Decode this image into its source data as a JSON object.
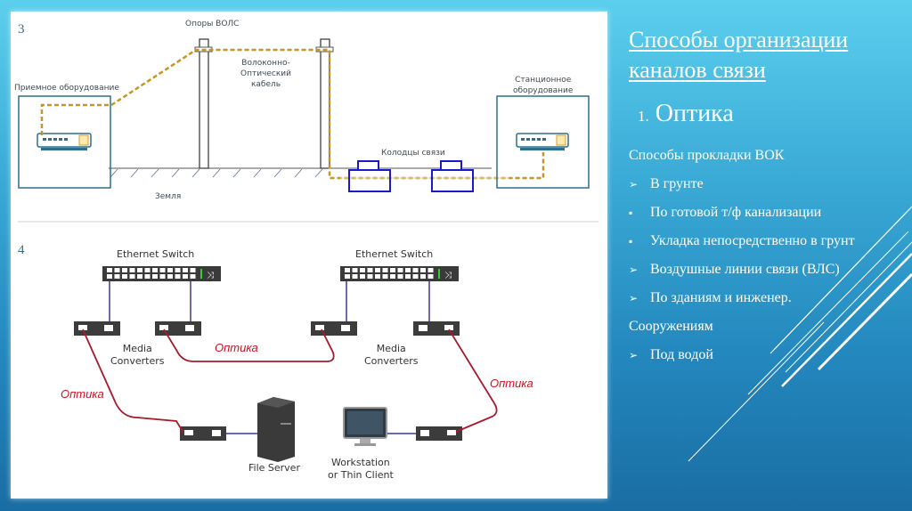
{
  "slide": {
    "title_line1": "Способы организации",
    "title_line2": "каналов связи",
    "subtitle_number": "1.",
    "subtitle": "Оптика",
    "list": [
      {
        "bullet": "none",
        "bullet_glyph": "",
        "text": "Способы прокладки ВОК"
      },
      {
        "bullet": "arrow",
        "bullet_glyph": "➢",
        "text": "В грунте"
      },
      {
        "bullet": "square",
        "bullet_glyph": "▪",
        "text": "По готовой т/ф канализации"
      },
      {
        "bullet": "square",
        "bullet_glyph": "▪",
        "text": "Укладка непосредственно в грунт"
      },
      {
        "bullet": "arrow",
        "bullet_glyph": "➢",
        "text": "Воздушные линии связи (ВЛС)"
      },
      {
        "bullet": "arrow",
        "bullet_glyph": "➢",
        "text": "По зданиям и инженер."
      },
      {
        "bullet": "none",
        "bullet_glyph": "",
        "text": "Сооружениям"
      },
      {
        "bullet": "arrow",
        "bullet_glyph": "➢",
        "text": "Под водой"
      }
    ]
  },
  "diagram3": {
    "number": "3",
    "poles_label": "Опоры ВОЛС",
    "cable_label_1": "Волоконно-",
    "cable_label_2": "Оптический",
    "cable_label_3": "кабель",
    "receiver_label": "Приемное оборудование",
    "station_label_1": "Станционное",
    "station_label_2": "оборудование",
    "wells_label": "Колодцы связи",
    "ground_label": "Земля",
    "colors": {
      "cable": "#c8961e",
      "box": "#2e6f8e",
      "well": "#1a1ac8"
    }
  },
  "diagram4": {
    "number": "4",
    "switch_label": "Ethernet Switch",
    "converters_label_1": "Media",
    "converters_label_2": "Converters",
    "optics_label": "Оптика",
    "file_server_label": "File Server",
    "workstation_label_1": "Workstation",
    "workstation_label_2": "or Thin Client",
    "colors": {
      "fiber": "#a8192b",
      "copper": "#3a3a8a",
      "device": "#3c3c3c"
    }
  }
}
